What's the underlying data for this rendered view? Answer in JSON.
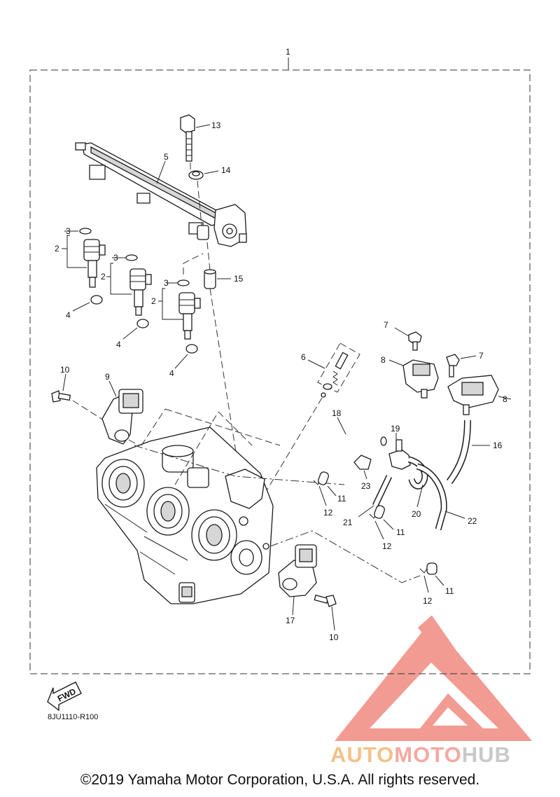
{
  "diagram": {
    "group_callout": "1",
    "callouts": {
      "c2a": "2",
      "c2b": "2",
      "c2c": "2",
      "c3a": "3",
      "c3b": "3",
      "c3c": "3",
      "c4a": "4",
      "c4b": "4",
      "c4c": "4",
      "c5": "5",
      "c6": "6",
      "c7a": "7",
      "c7b": "7",
      "c8a": "8",
      "c8b": "8",
      "c9": "9",
      "c10a": "10",
      "c10b": "10",
      "c11a": "11",
      "c11b": "11",
      "c11c": "11",
      "c12a": "12",
      "c12b": "12",
      "c12c": "12",
      "c13": "13",
      "c14": "14",
      "c15": "15",
      "c16": "16",
      "c17": "17",
      "c18": "18",
      "c19": "19",
      "c20": "20",
      "c21": "21",
      "c22": "22",
      "c23": "23"
    },
    "fwd_label": "FWD",
    "part_code": "8JU1110-R100",
    "copyright": "©2019 Yamaha Motor Corporation, U.S.A. All rights reserved."
  },
  "watermark": {
    "word_1": "AUTO",
    "word_2": "MOTO",
    "word_3": "HUB",
    "colors": {
      "triangle": "#f08a80",
      "auto": "#f5c089",
      "moto": "#f3a9a2",
      "hub": "#c9c9c9"
    }
  }
}
